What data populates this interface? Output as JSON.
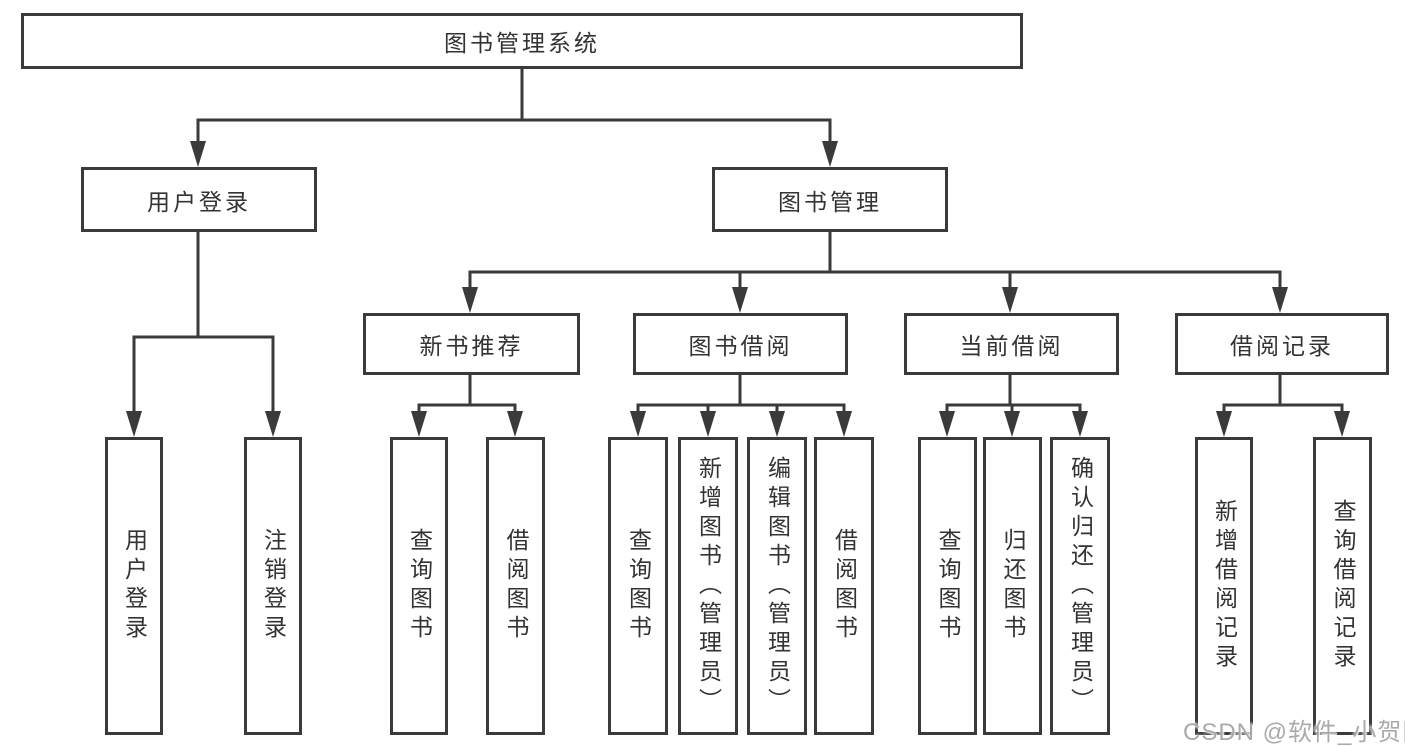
{
  "diagram": {
    "title": "图书管理系统",
    "children": [
      {
        "label": "用户登录",
        "children": [
          {
            "label": "用户登录"
          },
          {
            "label": "注销登录"
          }
        ]
      },
      {
        "label": "图书管理",
        "children": [
          {
            "label": "新书推荐",
            "children": [
              {
                "label": "查询图书"
              },
              {
                "label": "借阅图书"
              }
            ]
          },
          {
            "label": "图书借阅",
            "children": [
              {
                "label": "查询图书"
              },
              {
                "label": "新增图书（管理员）"
              },
              {
                "label": "编辑图书（管理员）"
              },
              {
                "label": "借阅图书"
              }
            ]
          },
          {
            "label": "当前借阅",
            "children": [
              {
                "label": "查询图书"
              },
              {
                "label": "归还图书"
              },
              {
                "label": "确认归还（管理员）"
              }
            ]
          },
          {
            "label": "借阅记录",
            "children": [
              {
                "label": "新增借阅记录"
              },
              {
                "label": "查询借阅记录"
              }
            ]
          }
        ]
      }
    ]
  },
  "watermark": "CSDN @软件_小贺同学",
  "colors": {
    "line": "#3a3a3a",
    "box_border": "#3a3a3a",
    "text": "#333333",
    "background": "#ffffff",
    "watermark": "#9e9e9e"
  }
}
